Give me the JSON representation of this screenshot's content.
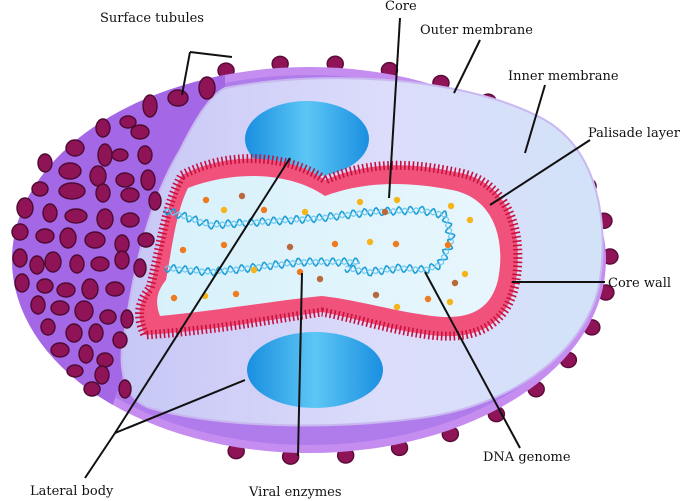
{
  "labels": {
    "surface_tubules": "Surface tubules",
    "core": "Core",
    "outer_membrane": "Outer membrane",
    "inner_membrane": "Inner membrane",
    "palisade_layer": "Palisade layer",
    "core_wall": "Core wall",
    "dna_genome": "DNA genome",
    "viral_enzymes": "Viral enzymes",
    "lateral_body": "Lateral body"
  },
  "colors": {
    "outer_membrane": "#c58df0",
    "inner_region": "#d8d6fa",
    "core_fill": "#dff3fb",
    "core_wall": "#f0527c",
    "palisade": "#c8103e",
    "lateral_body": "#27a3ea",
    "dna": "#1f9fd8",
    "tubule": "#8e1457",
    "enzyme_1": "#f07a1e",
    "enzyme_2": "#f4b41a",
    "enzyme_3": "#b8683a"
  }
}
